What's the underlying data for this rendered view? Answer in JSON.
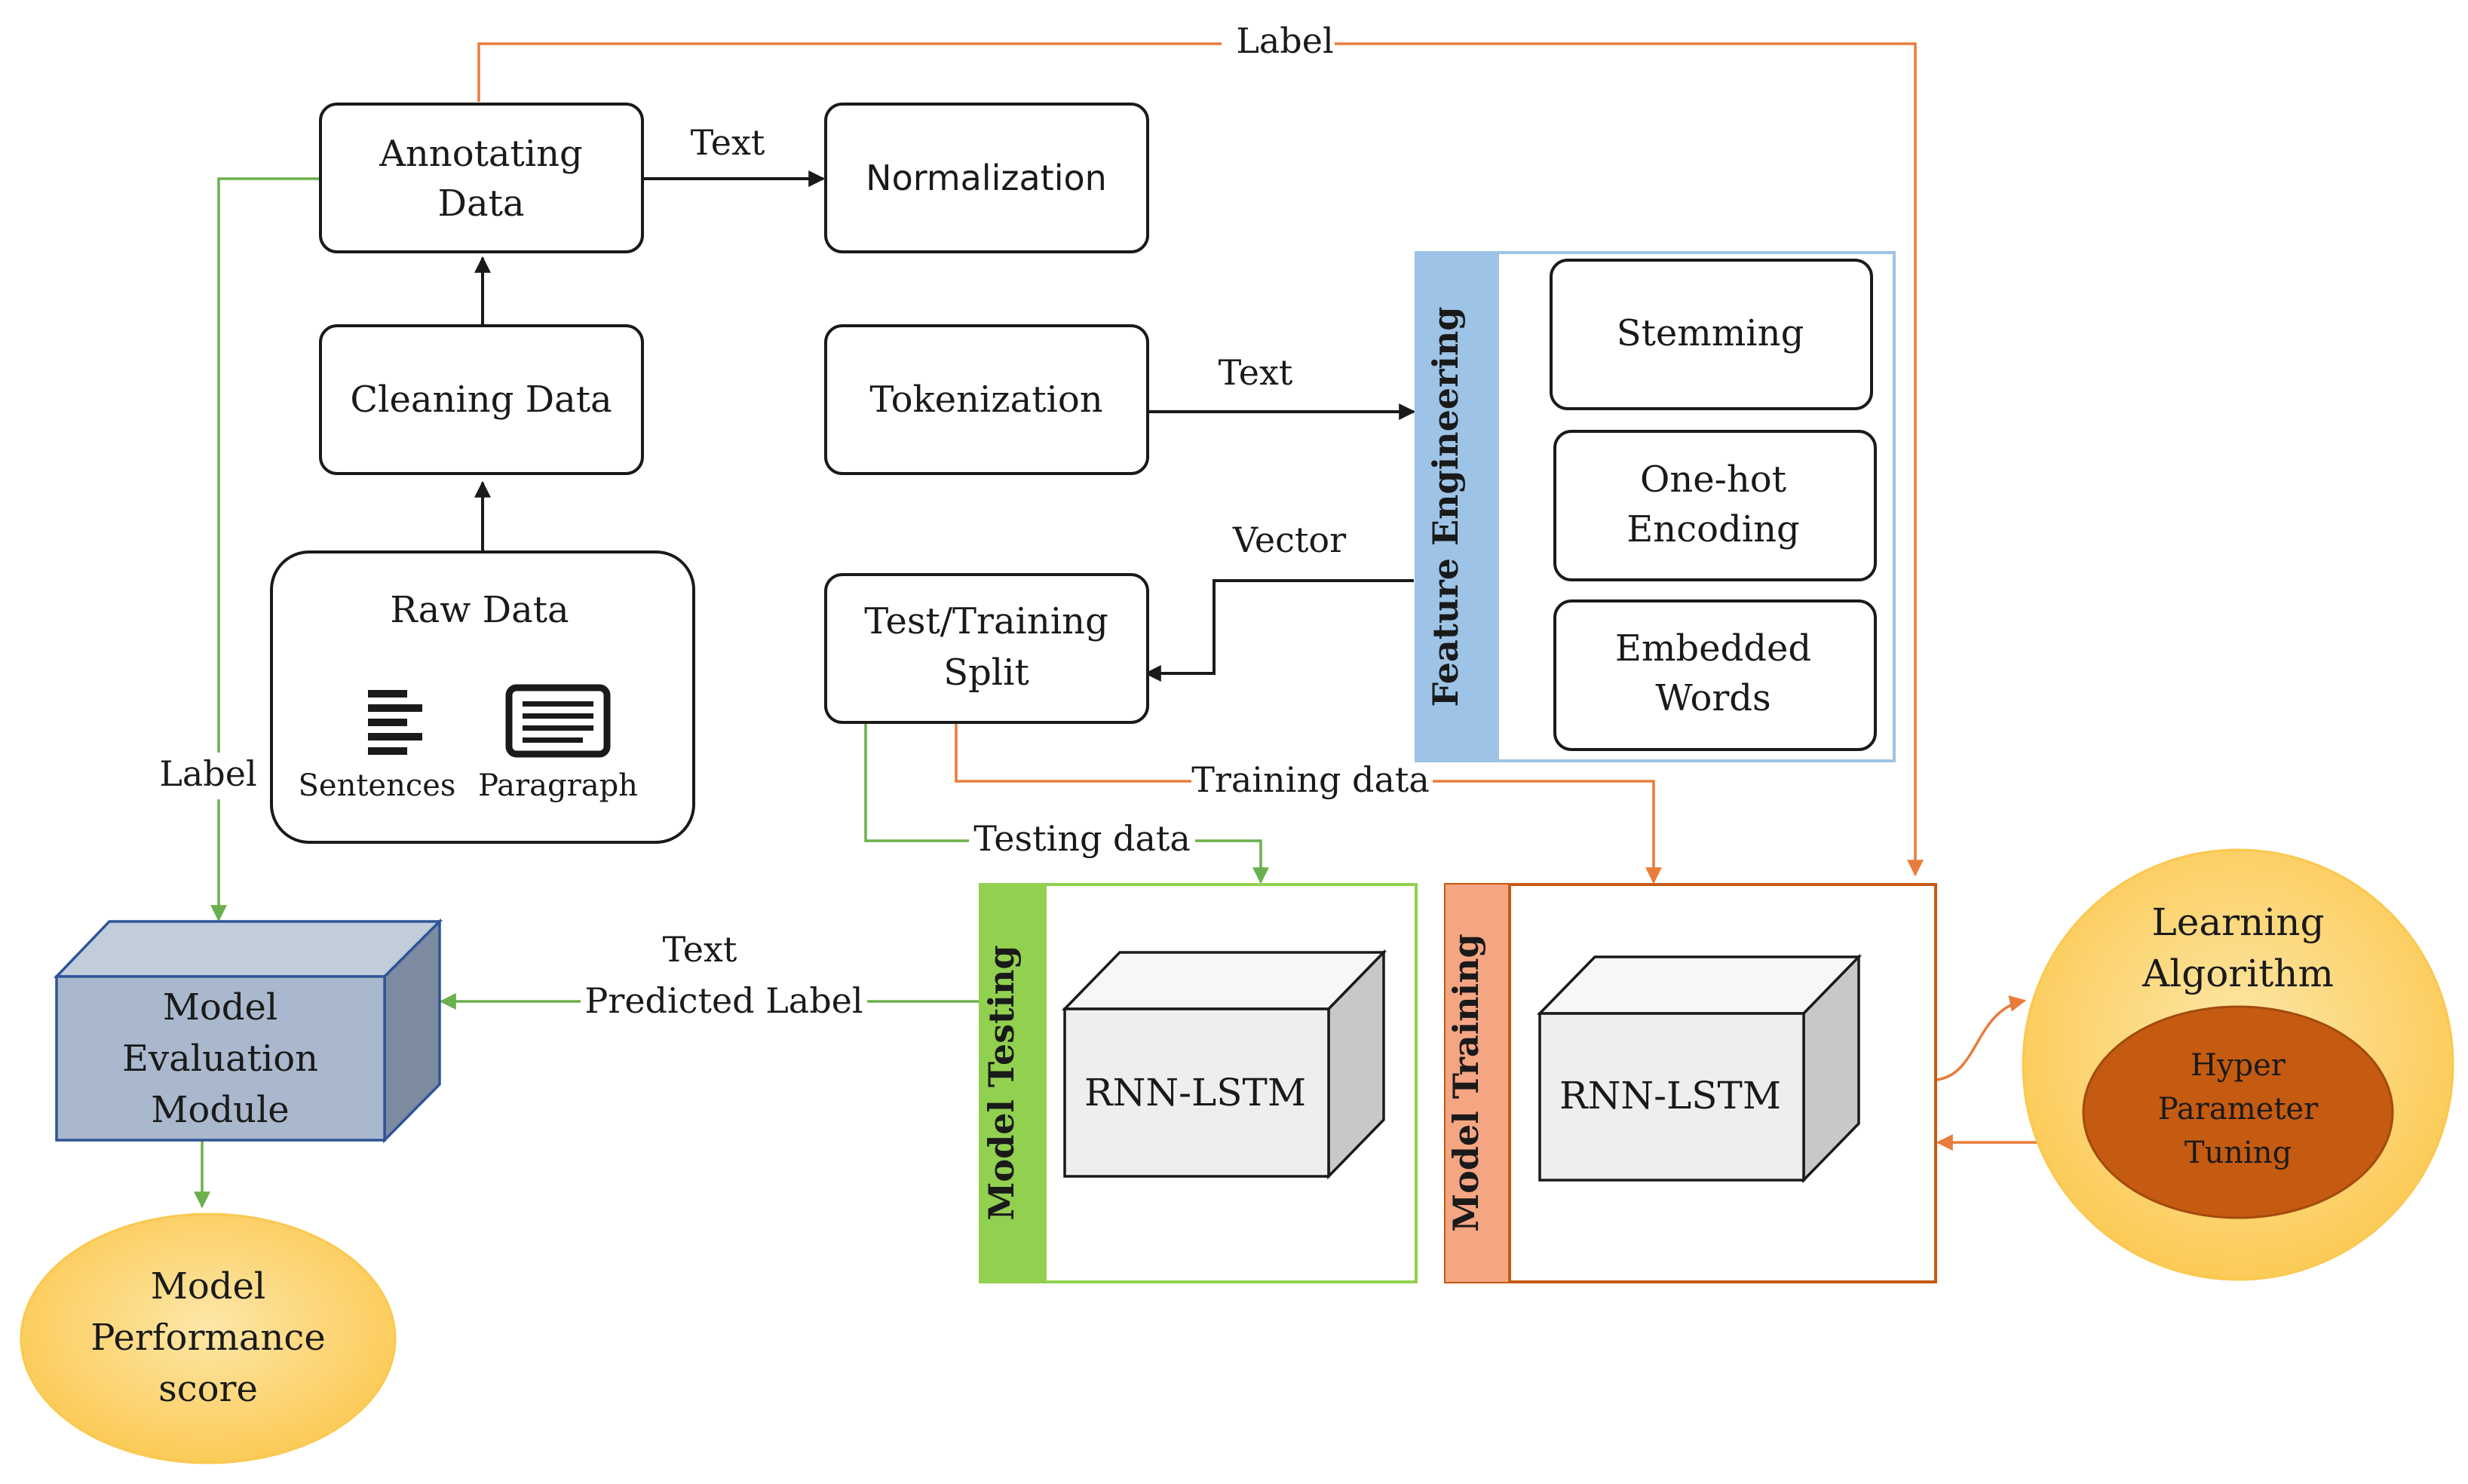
{
  "nodes": {
    "annotating_data": "Annotating Data",
    "annotating_data_lines": [
      "Annotating",
      "Data"
    ],
    "normalization": "Normalization",
    "cleaning_data": "Cleaning Data",
    "tokenization": "Tokenization",
    "raw_data": "Raw Data",
    "sentences": "Sentences",
    "paragraph": "Paragraph",
    "test_training_split_lines": [
      "Test/Training",
      "Split"
    ],
    "feature_engineering": "Feature Engineering",
    "stemming": "Stemming",
    "one_hot_lines": [
      "One-hot",
      "Encoding"
    ],
    "embedded_lines": [
      "Embedded",
      "Words"
    ],
    "model_evaluation_lines": [
      "Model",
      "Evaluation",
      "Module"
    ],
    "model_performance_lines": [
      "Model",
      "Performance",
      "score"
    ],
    "model_testing": "Model Testing",
    "model_training": "Model Training",
    "rnn_lstm_testing": "RNN-LSTM",
    "rnn_lstm_training": "RNN-LSTM",
    "learning_algorithm_lines": [
      "Learning",
      "Algorithm"
    ],
    "hyper_parameter_lines": [
      "Hyper",
      "Parameter",
      "Tuning"
    ]
  },
  "edge_labels": {
    "label_top": "Label",
    "text_annot_to_norm": "Text",
    "text_token_to_fe": "Text",
    "vector": "Vector",
    "label_left": "Label",
    "training_data": "Training data",
    "testing_data": "Testing data",
    "text_predicted_lines": [
      "Text",
      "Predicted Label"
    ]
  },
  "icons": {
    "sentences": "sentences-lines-icon",
    "paragraph": "paragraph-document-icon"
  },
  "colors": {
    "arrow_black": "#1a1a1a",
    "arrow_orange": "#e87c3a",
    "arrow_green": "#6ab04c",
    "feature_engineering_bar": "#9dc3e6",
    "feature_engineering_border": "#9dc3e6",
    "model_testing_bar": "#92d050",
    "model_training_bar": "#f4a582",
    "model_training_border": "#c55a11",
    "evaluation_box": "#a9b8cc",
    "evaluation_border": "#2f5597",
    "learning_circle": "#fdd072",
    "hyper_parameter_circle": "#c55a11"
  }
}
